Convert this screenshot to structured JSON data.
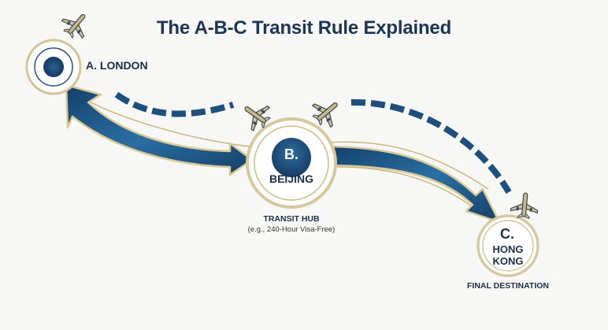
{
  "title": "The A-B-C Transit Rule Explained",
  "nodes": {
    "a": {
      "label": "A. LONDON"
    },
    "b": {
      "letter": "B.",
      "name": "BEIJING",
      "caption": "TRANSIT HUB",
      "subcaption": "(e.g., 240-Hour Visa-Free)"
    },
    "c": {
      "letter": "C.",
      "name_line1": "HONG",
      "name_line2": "KONG",
      "caption": "FINAL DESTINATION"
    }
  },
  "icons": [
    "airplane-icon",
    "airplane-icon",
    "airplane-icon",
    "airplane-icon"
  ],
  "colors": {
    "navy": "#1c3553",
    "arrow_blue": "#1f5d8c",
    "gold": "#c8b27a",
    "dash_blue": "#1f4f7d"
  }
}
